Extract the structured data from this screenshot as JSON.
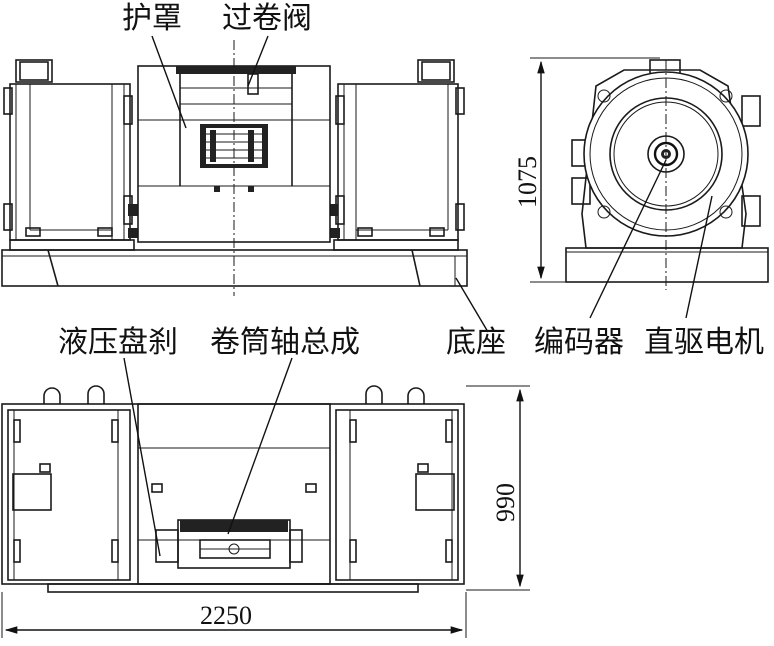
{
  "labels": {
    "guard": "护罩",
    "overwind_valve": "过卷阀",
    "hydraulic_brake": "液压盘刹",
    "drum_shaft_assembly": "卷筒轴总成",
    "base": "底座",
    "encoder": "编码器",
    "direct_drive_motor": "直驱电机"
  },
  "dimensions": {
    "height": "1075",
    "depth": "990",
    "width": "2250"
  },
  "colors": {
    "line": "#1a1a1a",
    "background": "#ffffff"
  }
}
